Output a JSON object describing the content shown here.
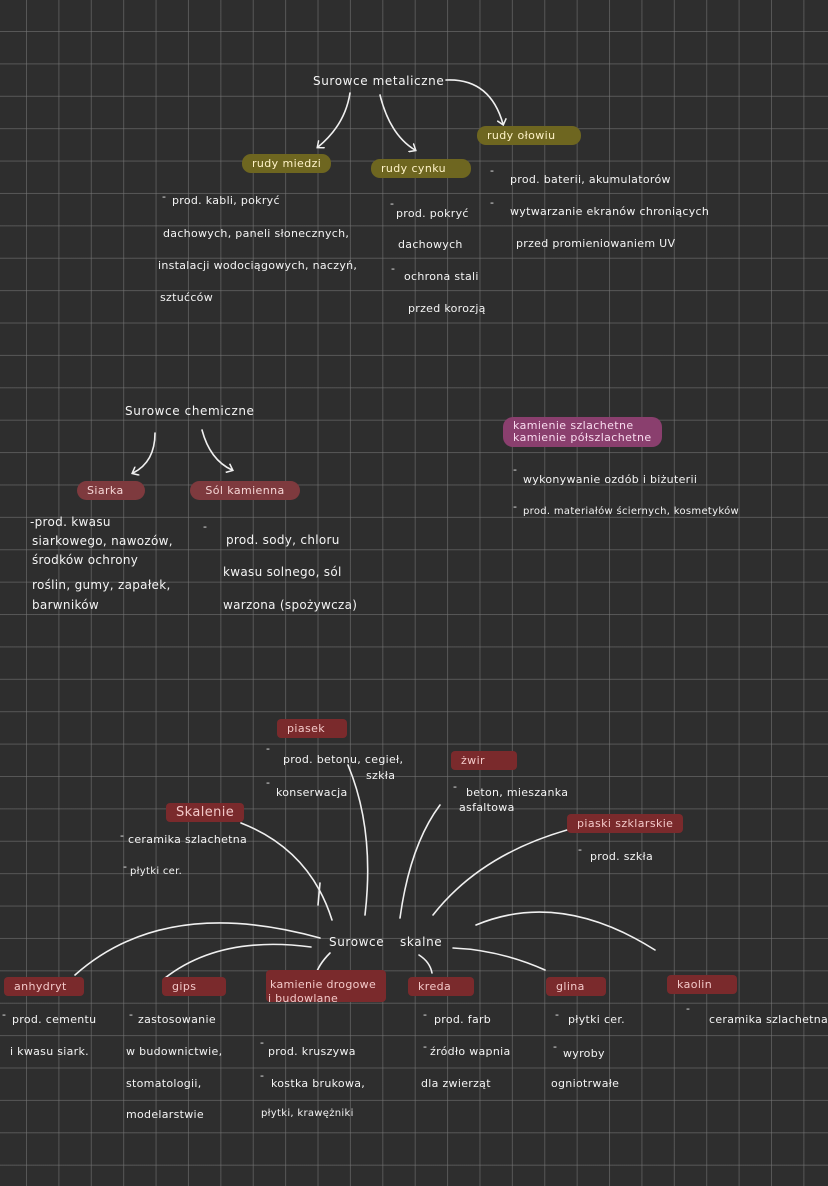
{
  "colors": {
    "background": "#2e2e2e",
    "grid": "#5a5a5a",
    "gold_highlight": "#6e6620",
    "red_highlight": "#7a2a2c",
    "pink_highlight": "#8a3f6e",
    "text": "#f4f4f4"
  },
  "metallic": {
    "title": "Surowce metaliczne",
    "copper": {
      "label": "rudy miedzi",
      "lines": [
        "prod. kabli, pokryć",
        "dachowych, paneli słonecznych,",
        "instalacji wodociągowych, naczyń,",
        "sztućców"
      ]
    },
    "zinc": {
      "label": "rudy cynku",
      "lines": [
        "prod. pokryć",
        "dachowych",
        "ochrona stali",
        "przed korozją"
      ]
    },
    "lead": {
      "label": "rudy ołowiu",
      "lines": [
        "prod. baterii, akumulatorów",
        "wytwarzanie ekranów chroniących",
        "przed promieniowaniem UV"
      ]
    }
  },
  "chemical": {
    "title": "Surowce chemiczne",
    "sulfur": {
      "label": "Siarka",
      "lines": [
        "-prod. kwasu",
        "siarkowego, nawozów,",
        "środków ochrony",
        "roślin, gumy, zapałek,",
        "barwników"
      ]
    },
    "rock_salt": {
      "label": "Sól kamienna",
      "lines": [
        "prod. sody, chloru",
        "kwasu solnego, sól",
        "warzona (spożywcza)"
      ]
    }
  },
  "gems": {
    "label_line1": "kamienie szlachetne",
    "label_line2": "kamienie półszlachetne",
    "lines": [
      "wykonywanie ozdób i biżuterii",
      "prod. materiałów ściernych, kosmetyków"
    ]
  },
  "rock": {
    "title_1": "Surowce",
    "title_2": "skalne",
    "sand": {
      "label": "piasek",
      "lines": [
        "prod. betonu, cegieł,",
        "szkła",
        "konserwacja"
      ]
    },
    "gravel": {
      "label": "żwir",
      "lines": [
        "beton, mieszanka",
        "asfaltowa"
      ]
    },
    "glass_sand": {
      "label": "piaski szklarskie",
      "lines": [
        "prod. szkła"
      ]
    },
    "feldspar": {
      "label": "Skalenie",
      "lines": [
        "ceramika szlachetna",
        "płytki cer."
      ]
    },
    "anhydrite": {
      "label": "anhydryt",
      "lines": [
        "prod. cementu",
        "i kwasu siark."
      ]
    },
    "gypsum": {
      "label": "gips",
      "lines": [
        "zastosowanie",
        "w budownictwie,",
        "stomatologii,",
        "modelarstwie"
      ]
    },
    "road_stone": {
      "label_line1": "kamienie drogowe",
      "label_line2": "i budowlane",
      "lines": [
        "prod. kruszywa",
        "kostka brukowa,",
        "płytki, krawężniki"
      ]
    },
    "chalk": {
      "label": "kreda",
      "lines": [
        "prod. farb",
        "źródło wapnia",
        "dla zwierząt"
      ]
    },
    "clay": {
      "label": "glina",
      "lines": [
        "płytki cer.",
        "wyroby",
        "ogniotrwałe"
      ]
    },
    "kaolin": {
      "label": "kaolin",
      "lines": [
        "ceramika szlachetna"
      ]
    }
  },
  "dash": "-"
}
